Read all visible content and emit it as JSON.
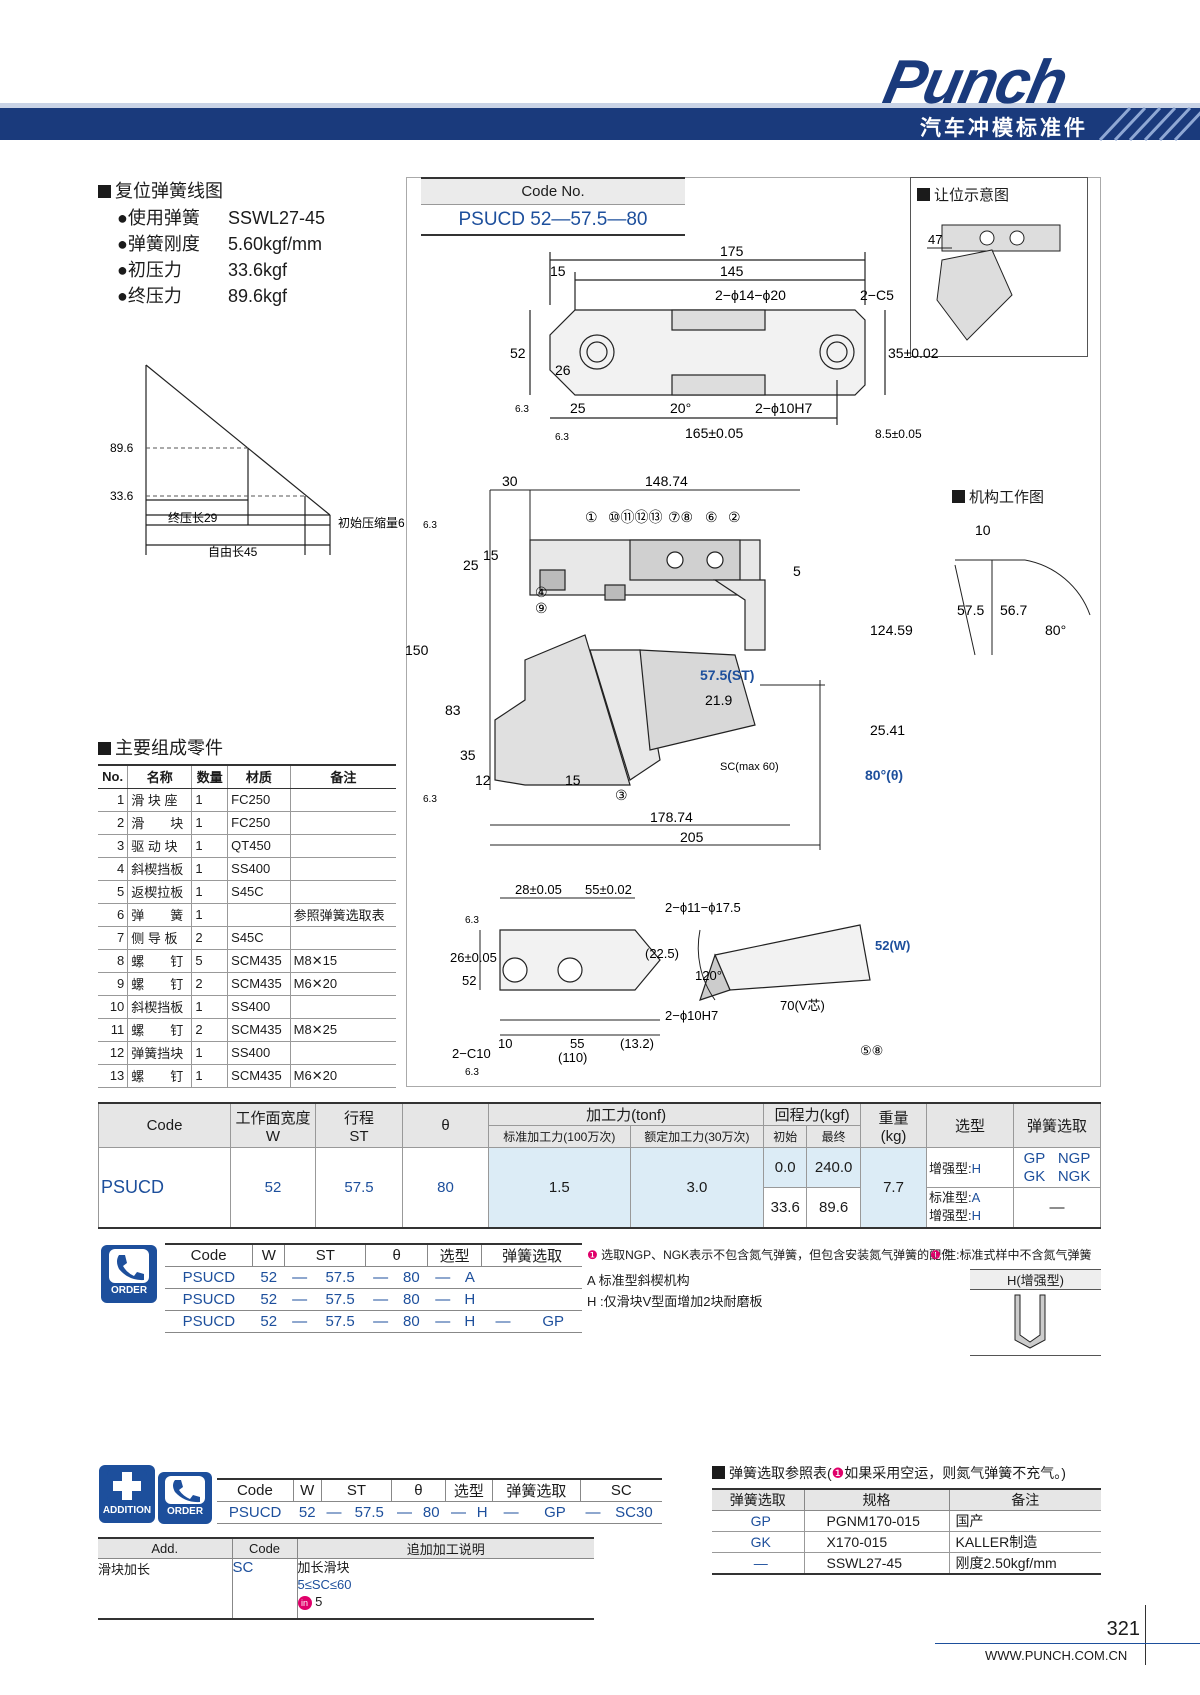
{
  "header": {
    "brand": "Punch",
    "subtitle": "汽车冲模标准件"
  },
  "spring": {
    "title": "复位弹簧线图",
    "rows": [
      {
        "k": "●使用弹簧",
        "v": "SSWL27-45"
      },
      {
        "k": "●弹簧刚度",
        "v": "5.60kgf/mm"
      },
      {
        "k": "●初压力",
        "v": "33.6kgf"
      },
      {
        "k": "●终压力",
        "v": "89.6kgf"
      }
    ],
    "y1": "89.6",
    "y2": "33.6",
    "l1": "终压长29",
    "l2": "初始压缩量6",
    "l3": "自由长45"
  },
  "code": {
    "label": "Code No.",
    "value": "PSUCD 52—57.5—80"
  },
  "yield": {
    "title": "让位示意图",
    "dim": "47"
  },
  "mech": {
    "title": "机构工作图",
    "d1": "10",
    "d2": "57.5",
    "d3": "56.7",
    "d4": "80°"
  },
  "top_dims": [
    "175",
    "145",
    "15",
    "2−ϕ14−ϕ20",
    "2−C5",
    "52",
    "26",
    "35±0.02",
    "25",
    "20°",
    "2−ϕ10H7",
    "165±0.05",
    "8.5±0.05",
    "6.3",
    "6.3"
  ],
  "mid_dims": [
    "30",
    "148.74",
    "①",
    "⑩⑪⑫⑬",
    "⑦⑧",
    "⑥",
    "②",
    "25",
    "15",
    "5",
    "④",
    "⑨",
    "150",
    "83",
    "35",
    "12",
    "15",
    "③",
    "124.59",
    "57.5(ST)",
    "21.9",
    "SC(max 60)",
    "25.41",
    "80°(θ)",
    "178.74",
    "205",
    "6.3",
    "6.3"
  ],
  "bot_dims": [
    "28±0.05",
    "55±0.02",
    "2−ϕ11−ϕ17.5",
    "6.3",
    "26±0.05",
    "52",
    "(22.5)",
    "2−ϕ10H7",
    "2−C10",
    "10",
    "55",
    "(13.2)",
    "(110)",
    "6.3",
    "52(W)",
    "120°",
    "70(V芯)",
    "⑤⑧"
  ],
  "parts": {
    "title": "主要组成零件",
    "headers": [
      "No.",
      "名称",
      "数量",
      "材质",
      "备注"
    ],
    "rows": [
      [
        "1",
        "滑 块 座",
        "1",
        "FC250",
        ""
      ],
      [
        "2",
        "滑　　块",
        "1",
        "FC250",
        ""
      ],
      [
        "3",
        "驱 动 块",
        "1",
        "QT450",
        ""
      ],
      [
        "4",
        "斜楔挡板",
        "1",
        "SS400",
        ""
      ],
      [
        "5",
        "返楔拉板",
        "1",
        "S45C",
        ""
      ],
      [
        "6",
        "弹　　簧",
        "1",
        "",
        "参照弹簧选取表"
      ],
      [
        "7",
        "侧 导 板",
        "2",
        "S45C",
        ""
      ],
      [
        "8",
        "螺　　钉",
        "5",
        "SCM435",
        "M8✕15"
      ],
      [
        "9",
        "螺　　钉",
        "2",
        "SCM435",
        "M6✕20"
      ],
      [
        "10",
        "斜楔挡板",
        "1",
        "SS400",
        ""
      ],
      [
        "11",
        "螺　　钉",
        "2",
        "SCM435",
        "M8✕25"
      ],
      [
        "12",
        "弹簧挡块",
        "1",
        "SS400",
        ""
      ],
      [
        "13",
        "螺　　钉",
        "1",
        "SCM435",
        "M6✕20"
      ]
    ]
  },
  "spec": {
    "h": {
      "code": "Code",
      "w": "工作面宽度\nW",
      "st": "行程\nST",
      "theta": "θ",
      "force": "加工力(tonf)",
      "f1": "标准加工力(100万次)",
      "f2": "额定加工力(30万次)",
      "ret": "回程力(kgf)",
      "r1": "初始",
      "r2": "最终",
      "wt": "重量\n(kg)",
      "type": "选型",
      "sp": "弹簧选取"
    },
    "row": {
      "code": "PSUCD",
      "w": "52",
      "st": "57.5",
      "theta": "80",
      "f1": "1.5",
      "f2": "3.0",
      "r1a": "0.0",
      "r2a": "240.0",
      "r1b": "33.6",
      "r2b": "89.6",
      "wt": "7.7",
      "t1": "增强型:",
      "t1v": "H",
      "t2": "标准型:",
      "t2v": "A",
      "t3": "增强型:",
      "t3v": "H",
      "s1": "GP",
      "s2": "NGP",
      "s3": "GK",
      "s4": "NGK",
      "s5": "—"
    }
  },
  "order": {
    "badge": "ORDER",
    "headers": [
      "Code",
      "W",
      "ST",
      "θ",
      "选型",
      "弹簧选取"
    ],
    "rows": [
      [
        "PSUCD",
        "52",
        "—",
        "57.5",
        "—",
        "80",
        "—",
        "A",
        "",
        ""
      ],
      [
        "PSUCD",
        "52",
        "—",
        "57.5",
        "—",
        "80",
        "—",
        "H",
        "",
        ""
      ],
      [
        "PSUCD",
        "52",
        "—",
        "57.5",
        "—",
        "80",
        "—",
        "H",
        "—",
        "GP"
      ]
    ],
    "note1": "选取NGP、NGK表示不包含氮气弹簧，但包含安装氮气弹簧的配件",
    "note2": "注:标准式样中不含氮气弹簧",
    "a": "A 标准型斜楔机构",
    "h": "H :仅滑块V型面增加2块耐磨板",
    "fig": "H(增强型)"
  },
  "addition": {
    "badge1": "ADDITION",
    "badge2": "ORDER",
    "headers": [
      "Code",
      "W",
      "ST",
      "θ",
      "选型",
      "弹簧选取",
      "SC"
    ],
    "row": [
      "PSUCD",
      "52",
      "—",
      "57.5",
      "—",
      "80",
      "—",
      "H",
      "—",
      "GP",
      "—",
      "SC30"
    ],
    "th": [
      "Add.",
      "Code",
      "追加加工说明"
    ],
    "name": "滑块加长",
    "code": "SC",
    "d1": "加长滑块",
    "d2": "5≤SC≤60",
    "d3": "5",
    "in": "in"
  },
  "springsel": {
    "title": "弹簧选取参照表(",
    "warn": "如果采用空运，则氮气弹簧不充气。)",
    "headers": [
      "弹簧选取",
      "规格",
      "备注"
    ],
    "rows": [
      [
        "GP",
        "PGNM170-015",
        "国产"
      ],
      [
        "GK",
        "X170-015",
        "KALLER制造"
      ],
      [
        "—",
        "SSWL27-45",
        "刚度2.50kgf/mm"
      ]
    ]
  },
  "footer": {
    "page": "321",
    "url": "WWW.PUNCH.COM.CN"
  }
}
